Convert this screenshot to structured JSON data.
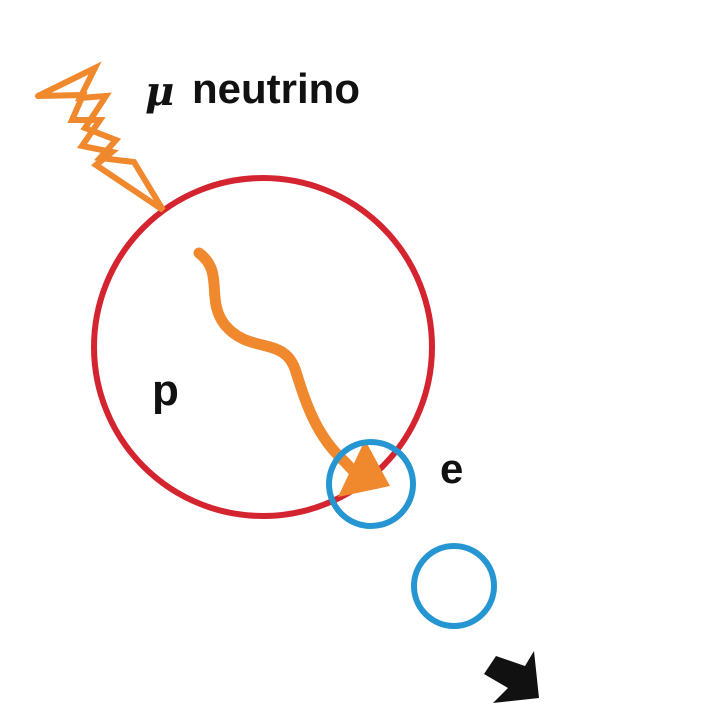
{
  "labels": {
    "neutrino_symbol": "μ",
    "neutrino_word": "neutrino",
    "proton": "p",
    "electron": "e"
  },
  "colors": {
    "proton_ring": "#d4242f",
    "electron_ring": "#2596d1",
    "neutrino_path": "#f0892e",
    "exit_arrow": "#111111",
    "text": "#111111"
  },
  "icons": {
    "neutrino": "lightning-bolt-icon",
    "exit": "arrow-down-right-icon"
  }
}
